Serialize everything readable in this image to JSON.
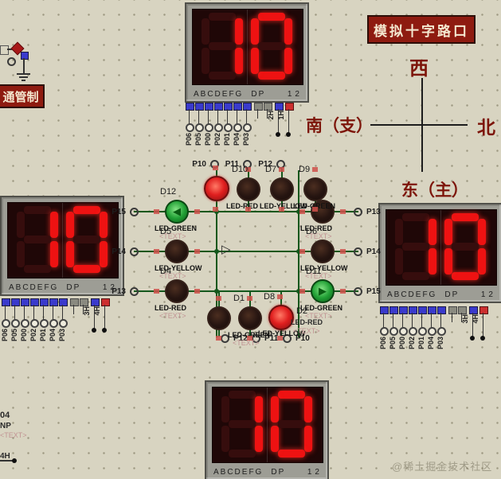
{
  "title": "模拟十字路口",
  "control_box_label": "通管制",
  "compass": {
    "west": "西",
    "south_branch": "南（支）",
    "north": "北",
    "east_main": "东（主）"
  },
  "watermark": "@稀土掘金技术社区",
  "display": {
    "value": "10",
    "segments_caption": "ABCDEFG",
    "dp_caption": "DP",
    "digits_caption": "12",
    "data_pin_labels": [
      "P06",
      "P05",
      "P00",
      "P02",
      "P01",
      "P04",
      "P03"
    ],
    "enable_pins": {
      "top": [
        "2H",
        "1H"
      ],
      "left": [
        "3H",
        "4H"
      ],
      "right": [
        "3H",
        "4H"
      ]
    }
  },
  "center": {
    "terminals": {
      "top": [
        "P10",
        "P11",
        "P12"
      ],
      "bottom": [
        "P12",
        "P11",
        "P10"
      ],
      "left": [
        "P15",
        "P14",
        "P13"
      ],
      "right": [
        "P13",
        "P14",
        "P15"
      ]
    },
    "leds": {
      "d12": {
        "ref": "D12",
        "type": "LED-GREEN"
      },
      "d5": {
        "ref": "D5",
        "type": "LED-YELLOW"
      },
      "d4": {
        "ref": "D4",
        "type": "LED-RED"
      },
      "d3": {
        "ref": "D3",
        "type": "LED-RED"
      },
      "d6": {
        "ref": "D6",
        "type": "LED-YELLOW"
      },
      "d11": {
        "ref": "D11",
        "type": "LED-GREEN"
      },
      "d10": {
        "ref": "D10",
        "type": "LED-RED"
      },
      "d7": {
        "ref": "D7",
        "type": "LED-YELLOW"
      },
      "d9": {
        "ref": "D9",
        "type": "LED-GREEN"
      },
      "d1": {
        "ref": "D1",
        "type": "LED-GREEN"
      },
      "d8": {
        "ref": "D8",
        "type": "LED-YELLOW"
      },
      "d2": {
        "ref": "D2",
        "type": "LED-RED"
      }
    },
    "text_marker": "<TEXT>"
  },
  "icons": {
    "green_arrow_left": "◀",
    "green_arrow_right": "▶",
    "buffer_triangle": "▷"
  },
  "fragment": {
    "line1": "04",
    "line2": "NP",
    "line3": "<TEXT>",
    "line4": "4H"
  },
  "colors": {
    "background": "#d8d4c1",
    "title_bg": "#8e1b10",
    "compass_text": "#7d150a",
    "digit_red": "#ee1212",
    "wire_green": "#14571c",
    "pin_blue": "#3a3acc",
    "pin_red": "#cc2f2f",
    "led_red_lit": "#e01f1f",
    "led_green_lit": "#21a035"
  }
}
